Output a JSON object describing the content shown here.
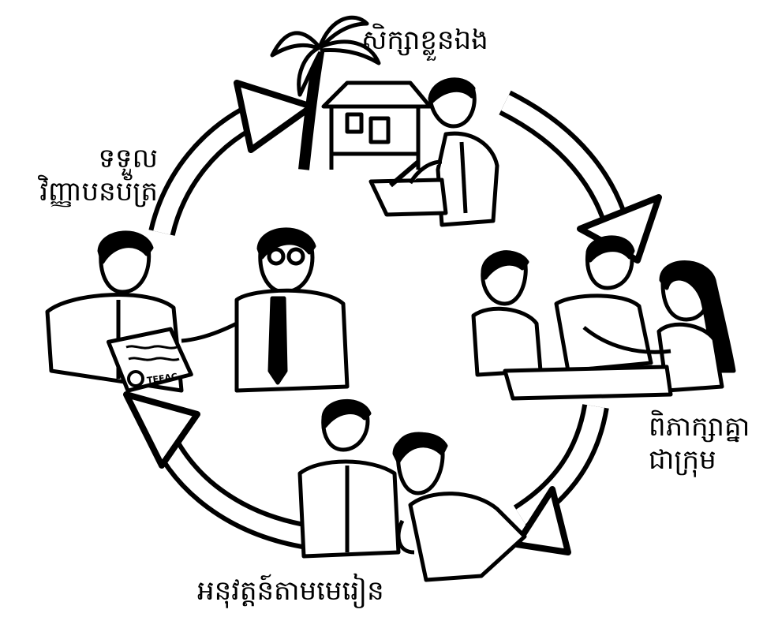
{
  "labels": {
    "self_study": "សិក្សាខ្លួនឯង",
    "group_discussion_line1": "ពិភាក្សាគ្នា",
    "group_discussion_line2": "ជាក្រុម",
    "practice": "អនុវត្តន៍តាមមេរៀន",
    "certificate_line1": "ទទួល",
    "certificate_line2": "វិញ្ញាបនប័ត្រ"
  },
  "certificate_text": "TEEAC",
  "colors": {
    "ink": "#000000",
    "paper": "#ffffff"
  }
}
